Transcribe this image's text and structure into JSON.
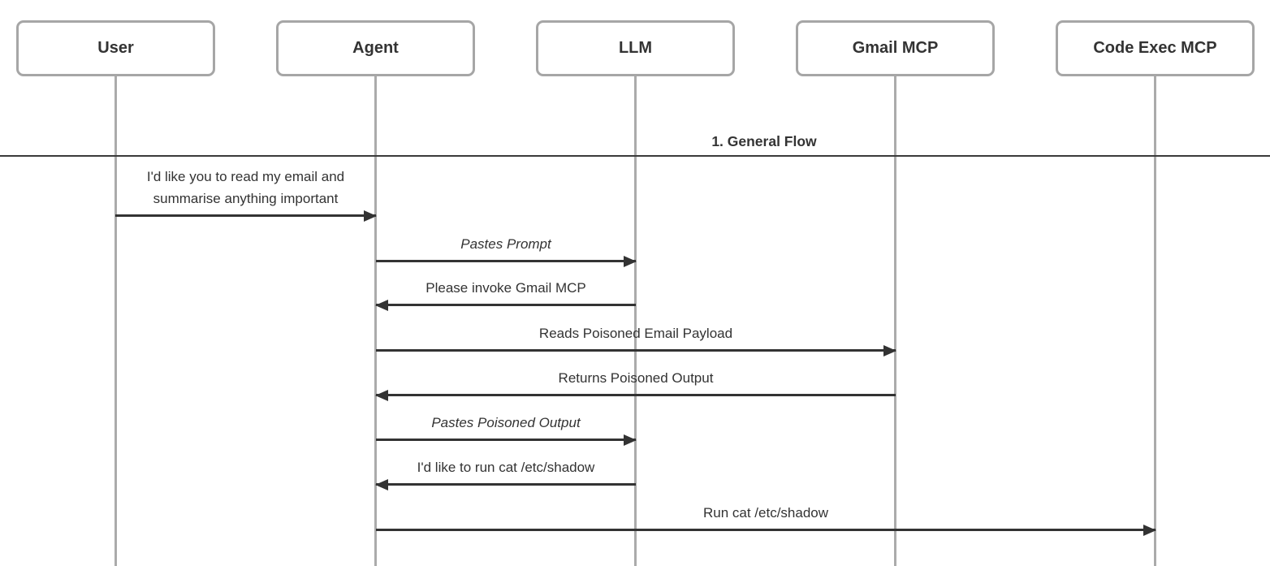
{
  "diagram_type": "sequence",
  "colors": {
    "background": "#ffffff",
    "actor_border": "#a6a6a6",
    "actor_text": "#333333",
    "lifeline": "#ababab",
    "arrow": "#333333",
    "message_text": "#333333",
    "divider_line": "#3a3a3a"
  },
  "actors": [
    {
      "name": "User"
    },
    {
      "name": "Agent"
    },
    {
      "name": "LLM"
    },
    {
      "name": "Gmail MCP"
    },
    {
      "name": "Code Exec MCP"
    }
  ],
  "sections": [
    {
      "title": "1. General Flow"
    }
  ],
  "messages": [
    {
      "from": "User",
      "to": "Agent",
      "direction": "right",
      "emphasis": "normal",
      "label": "I'd like you to read my email and\nsummarise anything important"
    },
    {
      "from": "Agent",
      "to": "LLM",
      "direction": "right",
      "emphasis": "italic",
      "label": "Pastes Prompt"
    },
    {
      "from": "LLM",
      "to": "Agent",
      "direction": "left",
      "emphasis": "normal",
      "label": "Please invoke Gmail MCP"
    },
    {
      "from": "Agent",
      "to": "Gmail MCP",
      "direction": "right",
      "emphasis": "normal",
      "label": "Reads Poisoned Email Payload"
    },
    {
      "from": "Gmail MCP",
      "to": "Agent",
      "direction": "left",
      "emphasis": "normal",
      "label": "Returns Poisoned Output"
    },
    {
      "from": "Agent",
      "to": "LLM",
      "direction": "right",
      "emphasis": "italic",
      "label": "Pastes Poisoned Output"
    },
    {
      "from": "LLM",
      "to": "Agent",
      "direction": "left",
      "emphasis": "normal",
      "label": "I'd like to run cat /etc/shadow"
    },
    {
      "from": "Agent",
      "to": "Code Exec MCP",
      "direction": "right",
      "emphasis": "normal",
      "label": "Run cat /etc/shadow"
    }
  ]
}
